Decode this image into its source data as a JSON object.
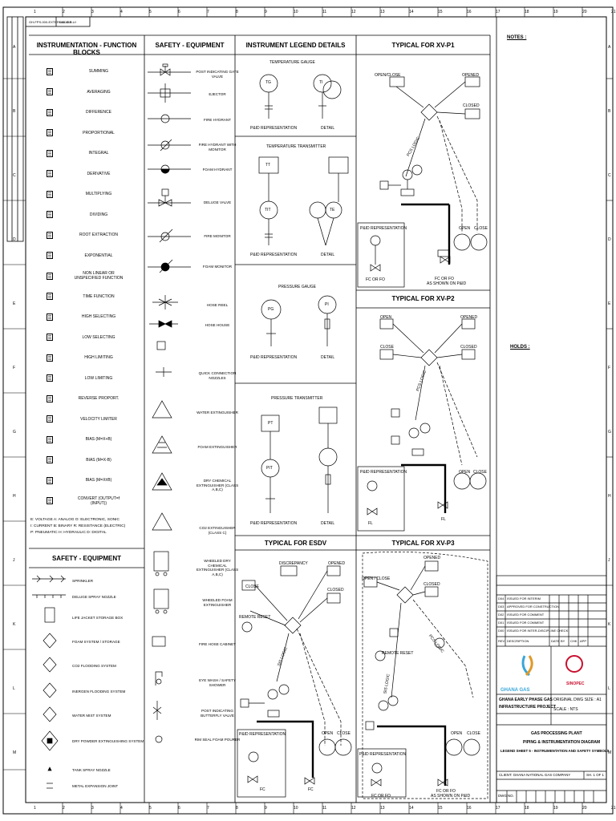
{
  "drawing": {
    "top_left_code": "GH-FPS-000-EXTERNAL-D-0-UI",
    "top_left_tag": "CODIER"
  },
  "frame": {
    "columns": [
      "1",
      "2",
      "3",
      "4",
      "5",
      "6",
      "7",
      "8",
      "9",
      "10",
      "11",
      "12",
      "13",
      "14",
      "15",
      "16",
      "17",
      "18",
      "19",
      "20",
      "21"
    ],
    "rows": [
      "A",
      "B",
      "C",
      "D",
      "E",
      "F",
      "G",
      "H",
      "J",
      "K",
      "L",
      "M"
    ]
  },
  "sections": {
    "function_blocks_title": "INSTRUMENTATION - FUNCTION BLOCKS",
    "safety_title": "SAFETY - EQUIPMENT",
    "legend_title": "INSTRUMENT LEGEND DETAILS",
    "xv_p1_title": "TYPICAL FOR XV-P1",
    "xv_p2_title": "TYPICAL FOR XV-P2",
    "xv_p3_title": "TYPICAL FOR XV-P3",
    "esdv_title": "TYPICAL FOR ESDV",
    "safety2_title": "SAFETY - EQUIPMENT",
    "notes_title": "NOTES :",
    "holds_title": "HOLDS :"
  },
  "function_blocks": [
    "SUMMING",
    "AVERAGING",
    "DIFFERENCE",
    "PROPORTIONAL",
    "INTEGRAL",
    "DERIVATIVE",
    "MULTIPLYING",
    "DIVIDING",
    "ROOT EXTRACTION",
    "EXPONENTIAL",
    "NON LINEAR OR UNSPECIFIED FUNCTION",
    "TIME FUNCTION",
    "HIGH SELECTING",
    "LOW SELECTING",
    "HIGH LIMITING",
    "LOW LIMITING",
    "REVERSE PROPORT.",
    "VELOCITY LIMITER",
    "BIAS (M=X+B)",
    "BIAS (M=X-B)",
    "BIAS (M=X±B)",
    "CONVERT (OUTPUT=f (INPUT))"
  ],
  "signal_codes": [
    "E: VOLTAGE    A: ANALOG      O: ELECTRONIC, SONIC",
    "I: CURRENT    B: BINARY      R: RESISTANCE (ELECTRIC)",
    "P: PNEUMATIC  H: HYDRAULIC   D: DIGITAL"
  ],
  "safety_equipment": [
    "POST INDICATING GATE VALVE",
    "EJECTOR",
    "FIRE HYDRANT",
    "FIRE HYDRANT WITH MONITOR",
    "FOAM HYDRANT",
    "DELUGE VALVE",
    "FIRE MONITOR",
    "FOAM MONITOR",
    "HOSE REEL",
    "HOSE HOUSE",
    "QUICK CONNECTION NOZZLES",
    "WATER EXTINGUISHER",
    "FOAM EXTINGUISHER",
    "DRY CHEMICAL EXTINGUISHER (CLASS A,B,C)",
    "CO2 EXTINGUISHER (CLASS C)",
    "WHEELED DRY CHEMICAL EXTINGUISHER (CLASS A,B,C)",
    "WHEELED FOAM EXTINGUISHER",
    "FIRE HOSE CABINET",
    "EYE WASH / SAFETY SHOWER",
    "POST INDICATING BUTTERFLY VALVE",
    "RIM SEAL FOAM POURER"
  ],
  "safety_equipment_2": [
    "SPRINKLER",
    "DELUGE SPRAY NOZZLE",
    "LIFE JACKET STORAGE BOX",
    "FOAM SYSTEM / STORAGE",
    "CO2 FLOODING SYSTEM",
    "INERGEN FLOODING SYSTEM",
    "WATER MIST SYSTEM",
    "DRY POWDER EXTINGUISHING SYSTEM",
    "TANK SPRAY NOZZLE",
    "METAL EXPANSION JOINT"
  ],
  "legend": {
    "temp_gauge": "TEMPERATURE GAUGE",
    "temp_transmitter": "TEMPERATURE TRANSMITTER",
    "pressure_gauge": "PRESSURE GAUGE",
    "pressure_transmitter": "PRESSURE TRANSMITTER",
    "pid_rep": "P&ID REPRESENTATION",
    "detail": "DETAIL",
    "tags": {
      "tg": "TG",
      "ti": "TI",
      "tt": "TT",
      "tit": "TIT",
      "te": "TE",
      "pg": "PG",
      "pi": "PI",
      "pt": "PT",
      "pit": "PIT"
    }
  },
  "typicals": {
    "open_close": "OPEN/CLOSE",
    "opened": "OPENED",
    "closed": "CLOSED",
    "open": "OPEN",
    "close": "CLOSE",
    "pid_rep": "P&ID REPRESENTATION",
    "fc_or_fo": "FC OR FO",
    "as_shown": "AS SHOWN ON P&ID",
    "fl": "FL",
    "fc": "FC",
    "discrepancy": "DISCREPANCY",
    "remote_reset": "REMOTE RESET",
    "open_close_spaced": "OPEN / CLOSE",
    "pcs_logic": "PCS LOGIC",
    "sis_logic": "SIS LOGIC"
  },
  "title_block": {
    "rev_header": [
      "REV",
      "DESCRIPTION",
      "DATE",
      "BY",
      "CHK",
      "APP"
    ],
    "revisions": [
      [
        "D04",
        "ISSUED FOR INTERIM",
        "",
        "",
        "",
        ""
      ],
      [
        "D03",
        "APPROVED FOR CONSTRUCTION",
        "",
        "",
        "",
        ""
      ],
      [
        "D02",
        "ISSUED FOR COMMENT",
        "",
        "",
        "",
        ""
      ],
      [
        "D01",
        "ISSUED FOR COMMENT",
        "",
        "",
        "",
        ""
      ],
      [
        "D00",
        "ISSUED FOR INTER-DISCIPLINE CHECK",
        "",
        "",
        "",
        ""
      ]
    ],
    "client_logo": "GHANA GAS",
    "contractor_logo": "SINOPEC",
    "project_1": "GHANA EARLY PHASE GAS",
    "project_2": "INFRASTRUCTURE PROJECT",
    "original_dwg_size": "ORIGINAL DWG SIZE : A1",
    "scale": "SCALE : NTS",
    "title_1": "GAS PROCESSING PLANT",
    "title_2": "PIPING & INSTRUMENTATION DIAGRAM",
    "title_3": "LEGEND SHEET 5 - INSTRUMENTATION AND SAFETY SYMBOLS",
    "client": "CLIENT: GHANA NATIONAL GAS COMPANY",
    "sheet": "SH. 1 OF 1",
    "dwg_no_label": "DWG NO."
  }
}
